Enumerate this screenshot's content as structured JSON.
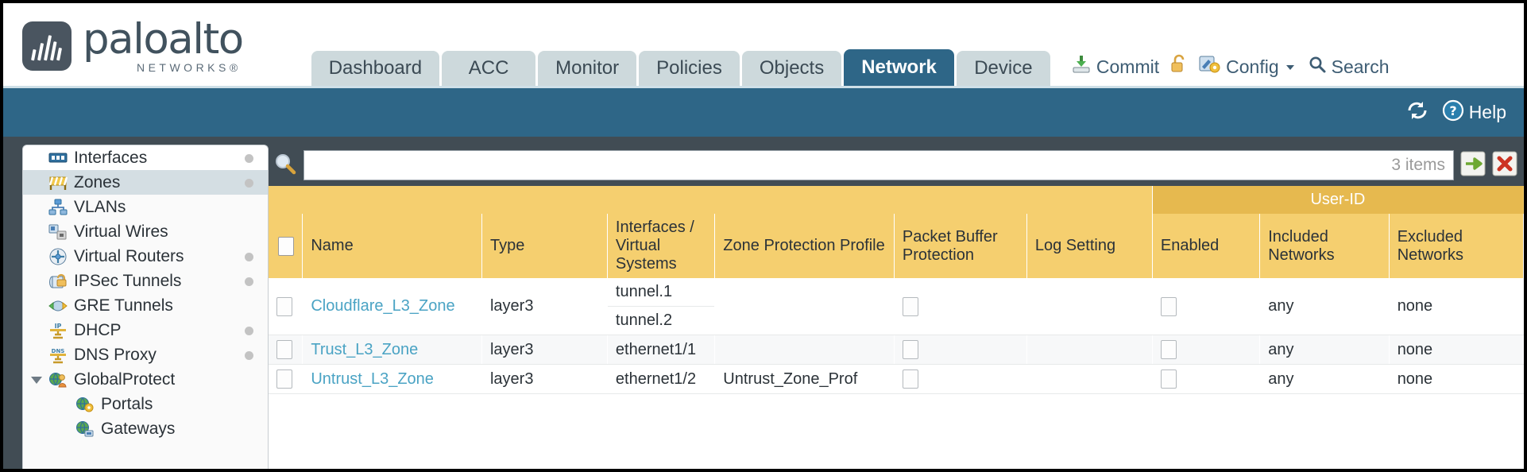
{
  "brand": {
    "name": "paloalto",
    "tagline": "NETWORKS",
    "registered": "®"
  },
  "nav": {
    "tabs": [
      {
        "label": "Dashboard",
        "active": false
      },
      {
        "label": "ACC",
        "active": false
      },
      {
        "label": "Monitor",
        "active": false
      },
      {
        "label": "Policies",
        "active": false
      },
      {
        "label": "Objects",
        "active": false
      },
      {
        "label": "Network",
        "active": true
      },
      {
        "label": "Device",
        "active": false
      }
    ]
  },
  "top_actions": {
    "commit": "Commit",
    "lock_icon": "unlock-padlock-icon",
    "config": "Config",
    "config_caret": "▼",
    "search": "Search"
  },
  "sub_bar": {
    "refresh_icon": "refresh-icon",
    "help": "Help"
  },
  "sidebar": {
    "items": [
      {
        "label": "Interfaces",
        "icon": "interfaces-icon",
        "dot": true,
        "selected": false,
        "child": false,
        "caret": false
      },
      {
        "label": "Zones",
        "icon": "zones-icon",
        "dot": true,
        "selected": true,
        "child": false,
        "caret": false
      },
      {
        "label": "VLANs",
        "icon": "vlans-icon",
        "dot": false,
        "selected": false,
        "child": false,
        "caret": false
      },
      {
        "label": "Virtual Wires",
        "icon": "virtual-wires-icon",
        "dot": false,
        "selected": false,
        "child": false,
        "caret": false
      },
      {
        "label": "Virtual Routers",
        "icon": "virtual-routers-icon",
        "dot": true,
        "selected": false,
        "child": false,
        "caret": false
      },
      {
        "label": "IPSec Tunnels",
        "icon": "ipsec-tunnels-icon",
        "dot": true,
        "selected": false,
        "child": false,
        "caret": false
      },
      {
        "label": "GRE Tunnels",
        "icon": "gre-tunnels-icon",
        "dot": false,
        "selected": false,
        "child": false,
        "caret": false
      },
      {
        "label": "DHCP",
        "icon": "dhcp-icon",
        "dot": true,
        "selected": false,
        "child": false,
        "caret": false
      },
      {
        "label": "DNS Proxy",
        "icon": "dns-proxy-icon",
        "dot": true,
        "selected": false,
        "child": false,
        "caret": false
      },
      {
        "label": "GlobalProtect",
        "icon": "globalprotect-icon",
        "dot": false,
        "selected": false,
        "child": false,
        "caret": true
      },
      {
        "label": "Portals",
        "icon": "portals-icon",
        "dot": false,
        "selected": false,
        "child": true,
        "caret": false
      },
      {
        "label": "Gateways",
        "icon": "gateways-icon",
        "dot": false,
        "selected": false,
        "child": true,
        "caret": false
      }
    ]
  },
  "search": {
    "icon": "magnifier-icon",
    "value": "",
    "placeholder": "",
    "items_count": "3 items",
    "apply_icon": "green-arrow-apply-icon",
    "clear_icon": "red-x-clear-icon"
  },
  "table": {
    "group_header": "User-ID",
    "columns": [
      "Name",
      "Type",
      "Interfaces / Virtual Systems",
      "Zone Protection Profile",
      "Packet Buffer Protection",
      "Log Setting",
      "Enabled",
      "Included Networks",
      "Excluded Networks"
    ],
    "select_all_checkbox": false,
    "rows": [
      {
        "selected": false,
        "name": "Cloudflare_L3_Zone",
        "type": "layer3",
        "interfaces": [
          "tunnel.1",
          "tunnel.2"
        ],
        "zone_protection_profile": "",
        "packet_buffer_protection": false,
        "log_setting": "",
        "userid_enabled": false,
        "included_networks": "any",
        "excluded_networks": "none"
      },
      {
        "selected": false,
        "name": "Trust_L3_Zone",
        "type": "layer3",
        "interfaces": [
          "ethernet1/1"
        ],
        "zone_protection_profile": "",
        "packet_buffer_protection": false,
        "log_setting": "",
        "userid_enabled": false,
        "included_networks": "any",
        "excluded_networks": "none"
      },
      {
        "selected": false,
        "name": "Untrust_L3_Zone",
        "type": "layer3",
        "interfaces": [
          "ethernet1/2"
        ],
        "zone_protection_profile": "Untrust_Zone_Prof",
        "packet_buffer_protection": false,
        "log_setting": "",
        "userid_enabled": false,
        "included_networks": "any",
        "excluded_networks": "none"
      }
    ]
  },
  "colors": {
    "brand_dark": "#41525e",
    "nav_active": "#2e6687",
    "nav_inactive": "#cdd9dc",
    "body_bg": "#414c54",
    "table_header": "#f5cf6f",
    "table_group_header": "#e6b94f",
    "link": "#4aa3c4"
  }
}
